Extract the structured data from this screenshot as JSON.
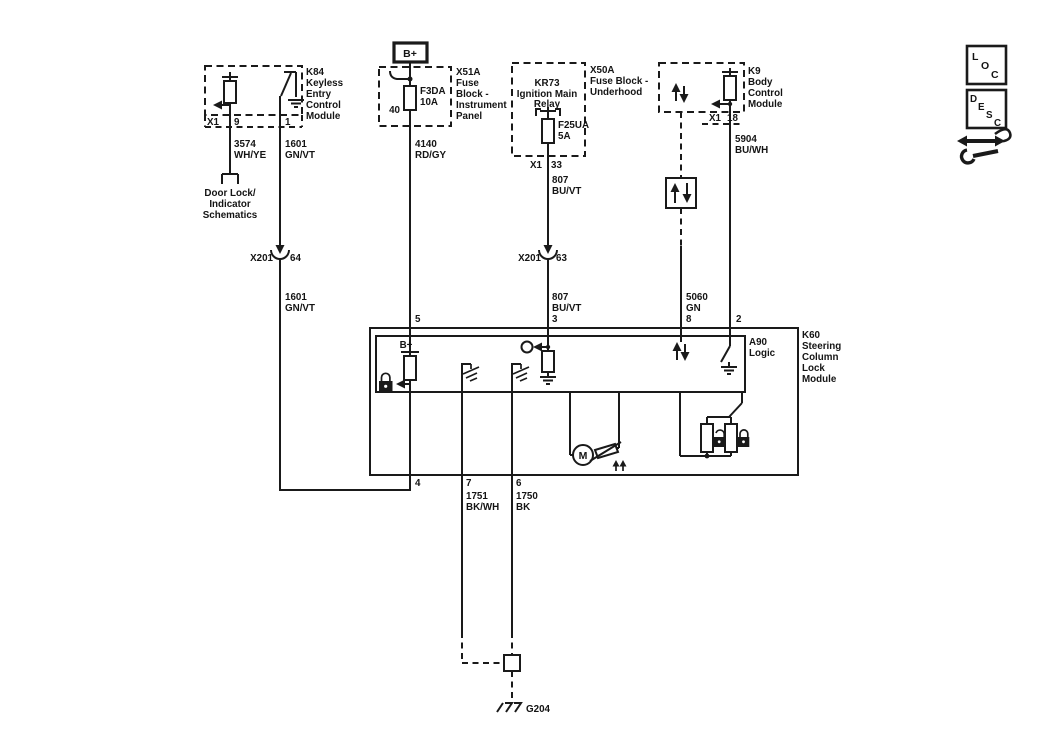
{
  "diagram": {
    "bg_color": "#ffffff",
    "line_color": "#1a1a1a"
  },
  "k84": {
    "name_lines": [
      "K84",
      "Keyless",
      "Entry",
      "Control",
      "Module"
    ],
    "connector": "X1",
    "pin_left": "9",
    "pin_right": "1"
  },
  "door_lock_ref": {
    "lines": [
      "Door Lock/",
      "Indicator",
      "Schematics"
    ]
  },
  "wires": {
    "w3574": {
      "circuit": "3574",
      "color": "WH/YE"
    },
    "w1601_upper": {
      "circuit": "1601",
      "color": "GN/VT"
    },
    "w1601_lower": {
      "circuit": "1601",
      "color": "GN/VT"
    },
    "w4140": {
      "circuit": "4140",
      "color": "RD/GY"
    },
    "w807_upper": {
      "circuit": "807",
      "color": "BU/VT"
    },
    "w807_lower": {
      "circuit": "807",
      "color": "BU/VT"
    },
    "w5904": {
      "circuit": "5904",
      "color": "BU/WH"
    },
    "w5060": {
      "circuit": "5060",
      "color": "GN"
    },
    "w1751": {
      "circuit": "1751",
      "color": "BK/WH"
    },
    "w1750": {
      "circuit": "1750",
      "color": "BK"
    }
  },
  "power": {
    "bplus": "B+"
  },
  "x51a": {
    "name_lines": [
      "X51A",
      "Fuse",
      "Block -",
      "Instrument",
      "Panel"
    ],
    "fuse_name": "F3DA",
    "fuse_rating": "10A",
    "pin": "40"
  },
  "x50a": {
    "name_lines": [
      "X50A",
      "Fuse Block -",
      "Underhood"
    ],
    "relay_lines": [
      "KR73",
      "Ignition Main",
      "Relay"
    ],
    "fuse_name": "F25UA",
    "fuse_rating": "5A",
    "connector": "X1",
    "pin": "33"
  },
  "k9": {
    "name_lines": [
      "K9",
      "Body",
      "Control",
      "Module"
    ],
    "connector": "X1",
    "pin": "18"
  },
  "x201_left": {
    "connector": "X201",
    "pin": "64"
  },
  "x201_mid": {
    "connector": "X201",
    "pin": "63"
  },
  "k60": {
    "name_lines": [
      "K60",
      "Steering",
      "Column",
      "Lock",
      "Module"
    ],
    "logic_lines": [
      "A90",
      "Logic"
    ],
    "bplus": "B+",
    "motor": "M",
    "pins": {
      "p5": "5",
      "p3": "3",
      "p8": "8",
      "p2": "2",
      "p4": "4",
      "p7": "7",
      "p6": "6"
    }
  },
  "ground": {
    "label": "G204"
  },
  "legend": {
    "loc": [
      "L",
      "O",
      "C"
    ],
    "desc": [
      "D",
      "E",
      "S",
      "C"
    ]
  }
}
